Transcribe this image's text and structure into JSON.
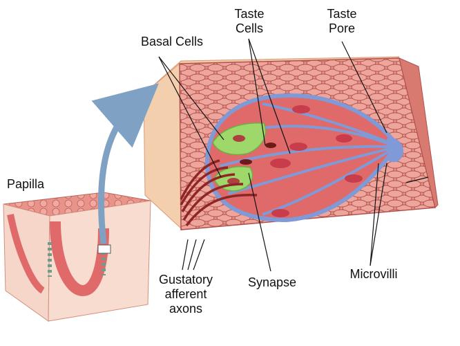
{
  "labels": {
    "taste_cells": "Taste\nCells",
    "taste_pore": "Taste\nPore",
    "basal_cells": "Basal Cells",
    "papilla": "Papilla",
    "gustatory_afferent_axons": "Gustatory\nafferent\naxons",
    "synapse": "Synapse",
    "microvilli": "Microvilli"
  },
  "colors": {
    "epithelium": "#e8948a",
    "epithelium_dark": "#c8625c",
    "cell_outline": "#b0524e",
    "bud_fill": "#e06a6a",
    "bud_outline": "#7f9ad6",
    "basal_cell_green": "#9ed86a",
    "nucleus": "#c83c4c",
    "pore": "#7f9ad6",
    "block_side": "#f2c9a4",
    "arrow": "#7fa2c4",
    "nerve": "#8e2626"
  }
}
